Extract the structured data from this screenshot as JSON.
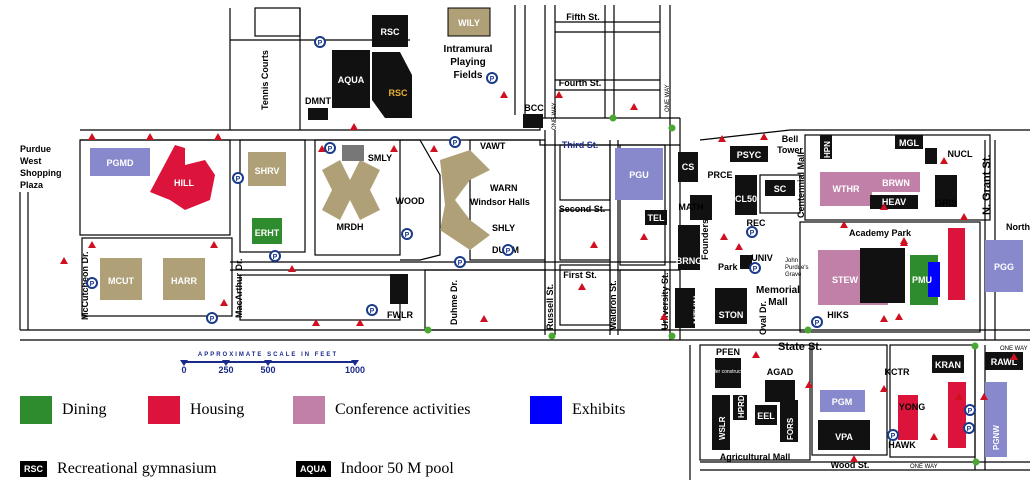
{
  "colors": {
    "dining": "#2e8b2e",
    "housing": "#dc143c",
    "conference": "#c080a8",
    "exhibits": "#0000ff",
    "building_tan": "#b0a078",
    "building_blue": "#8888cc",
    "building_black": "#111111",
    "marker_red": "#d01020",
    "parking_blue": "#1a3a8a",
    "street_label_blue": "#1a2a8a"
  },
  "legend": {
    "dining": "Dining",
    "housing": "Housing",
    "conference": "Conference activities",
    "exhibits": "Exhibits",
    "rsc_tag": "RSC",
    "rsc_label": "Recreational gymnasium",
    "aqua_tag": "AQUA",
    "aqua_label": "Indoor 50 M pool"
  },
  "scale": {
    "title": "APPROXIMATE SCALE IN FEET",
    "ticks": [
      "0",
      "250",
      "500",
      "1000"
    ]
  },
  "areas": {
    "purdue_west_1": "Purdue",
    "purdue_west_2": "West",
    "purdue_west_3": "Shopping",
    "purdue_west_4": "Plaza",
    "intramural_1": "Intramural",
    "intramural_2": "Playing",
    "intramural_3": "Fields",
    "tennis": "Tennis Courts",
    "windsor": "Windsor Halls",
    "academy_park": "Academy Park",
    "founders_1": "Founders",
    "founders_2": "Park",
    "memorial_1": "Memorial",
    "memorial_2": "Mall",
    "centennial": "Centennial Mall",
    "john_purdue_1": "John",
    "john_purdue_2": "Purdue's",
    "john_purdue_3": "Grave",
    "bell_1": "Bell",
    "bell_2": "Tower",
    "north": "North",
    "pfen_sub": "(under construction)"
  },
  "streets": {
    "fifth": "Fifth St.",
    "fourth": "Fourth St.",
    "third": "Third St.",
    "second": "Second St.",
    "first": "First St.",
    "state": "State St.",
    "wood": "Wood St.",
    "agricultural": "Agricultural Mall",
    "mccutcheon": "McCutcheon Dr.",
    "macarthur": "MacArthur Dr.",
    "duhme_dr": "Duhme Dr.",
    "russell": "Russell St.",
    "waldron": "Waldron St.",
    "university": "University St.",
    "oval": "Oval Dr.",
    "grant": "N. Grant St.",
    "one_way": "ONE WAY"
  },
  "buildings": {
    "wily": "WILY",
    "rsc": "RSC",
    "aqua": "AQUA",
    "rsc2": "RSC",
    "dmnt": "DMNT",
    "bcc": "BCC",
    "pgmd": "PGMD",
    "hill": "HILL",
    "shrv": "SHRV",
    "erht": "ERHT",
    "mrdh": "MRDH",
    "smly": "SMLY",
    "vawt": "VAWT",
    "warn": "WARN",
    "wood": "WOOD",
    "shly": "SHLY",
    "duhm": "DUHM",
    "mcut": "MCUT",
    "harr": "HARR",
    "fwlr": "FWLR",
    "pgu": "PGU",
    "cs": "CS",
    "math": "MATH",
    "tel": "TEL",
    "brng": "BRNG",
    "mthw": "MTHW",
    "psyc": "PSYC",
    "prce": "PRCE",
    "cl50": "CL50",
    "rec": "REC",
    "univ": "UNIV",
    "ston": "STON",
    "sc": "SC",
    "hpn": "HPN",
    "mgl": "MGL",
    "nucl": "NUCL",
    "wthr": "WTHR",
    "brwn": "BRWN",
    "heav": "HEAV",
    "gris": "GRIS",
    "stew": "STEW",
    "pmu": "PMU",
    "hiks": "HIKS",
    "pgg": "PGG",
    "pfen": "PFEN",
    "agad": "AGAD",
    "wslr": "WSLR",
    "hprd": "HPRD",
    "eel": "EEL",
    "fors": "FORS",
    "pgm": "PGM",
    "vpa": "VPA",
    "kctr": "KCTR",
    "kran": "KRAN",
    "rawl": "RAWL",
    "yong": "YONG",
    "hawk": "HAWK",
    "pgnw": "PGNW",
    "p": "P"
  }
}
